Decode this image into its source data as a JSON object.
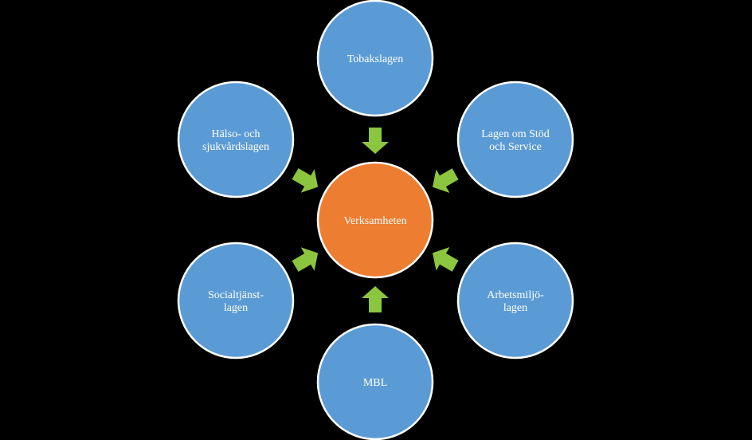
{
  "colors": {
    "background": "#000000",
    "center_fill": "#ed7d31",
    "outer_fill": "#5b9bd5",
    "circle_stroke": "#ffffff",
    "arrow_fill": "#8cc63f",
    "label_color": "#ffffff"
  },
  "center": {
    "label_lines": [
      "Verksamheten"
    ]
  },
  "nodes": [
    {
      "id": "tobakslagen",
      "label_lines": [
        "Tobakslagen"
      ]
    },
    {
      "id": "lagen-om-stod-och-service",
      "label_lines": [
        "Lagen om Stöd",
        "och Service"
      ]
    },
    {
      "id": "arbetsmiljolagen",
      "label_lines": [
        "Arbetsmiljö-",
        "lagen"
      ]
    },
    {
      "id": "mbl",
      "label_lines": [
        "MBL"
      ]
    },
    {
      "id": "socialtjanstlagen",
      "label_lines": [
        "Socialtjänst-",
        "lagen"
      ]
    },
    {
      "id": "halso-och-sjukvardslagen",
      "label_lines": [
        "Hälso- och",
        "sjukvårdslagen"
      ]
    }
  ]
}
